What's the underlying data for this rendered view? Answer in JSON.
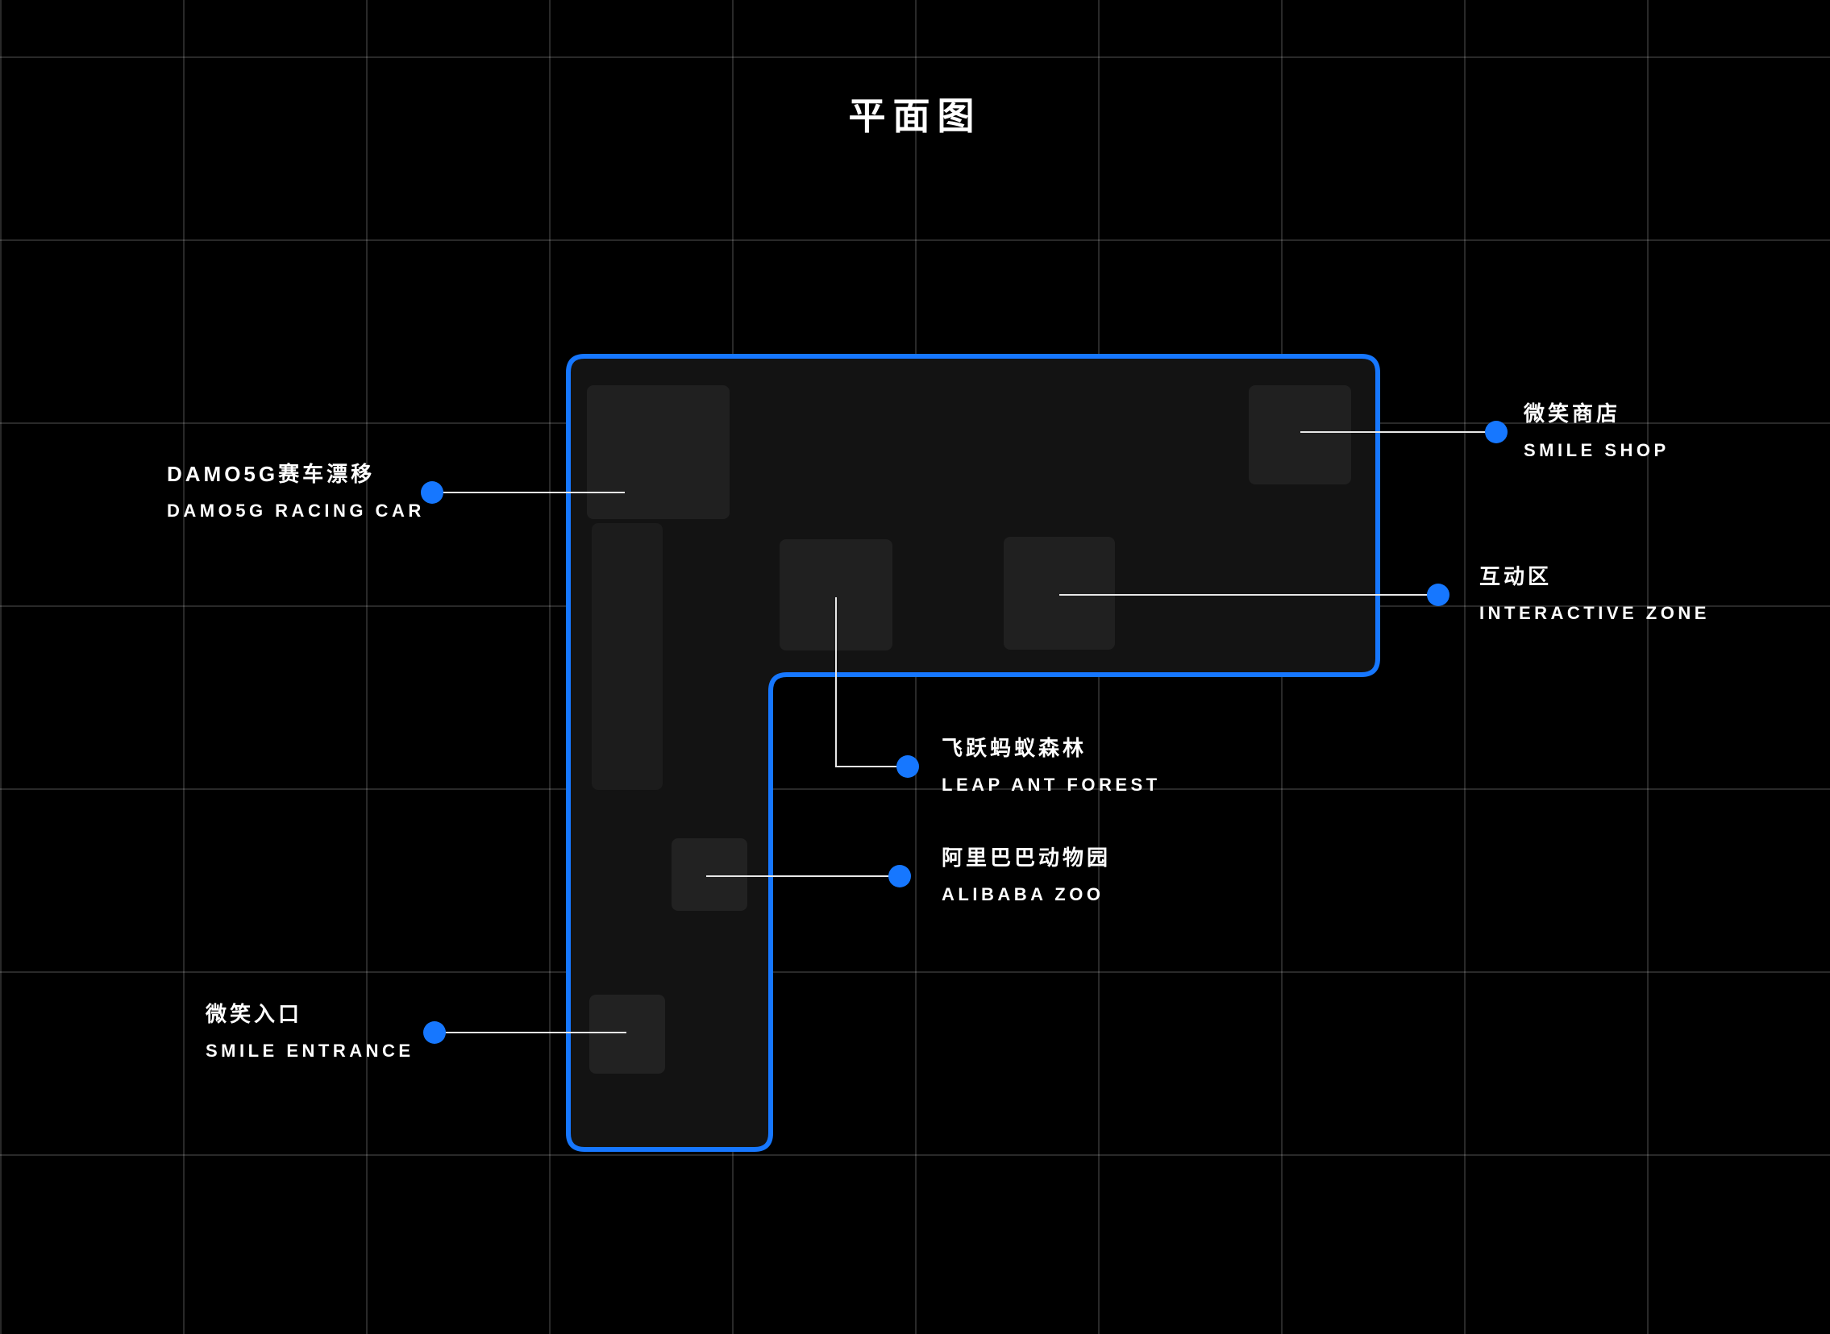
{
  "title": "平面图",
  "colors": {
    "background": "#000000",
    "grid_line": "#2e2e2e",
    "accent_blue": "#1677ff",
    "shape_fill": "#131313",
    "room_fill": "#202020",
    "leader_line": "#e8e8e8",
    "text": "#ffffff"
  },
  "callouts": [
    {
      "id": "damo5g-racing-car",
      "zh": "DAMO5G赛车漂移",
      "en": "DAMO5G RACING CAR"
    },
    {
      "id": "smile-shop",
      "zh": "微笑商店",
      "en": "SMILE SHOP"
    },
    {
      "id": "interactive-zone",
      "zh": "互动区",
      "en": "INTERACTIVE ZONE"
    },
    {
      "id": "leap-ant-forest",
      "zh": "飞跃蚂蚁森林",
      "en": "LEAP ANT FOREST"
    },
    {
      "id": "alibaba-zoo",
      "zh": "阿里巴巴动物园",
      "en": "ALIBABA ZOO"
    },
    {
      "id": "smile-entrance",
      "zh": "微笑入口",
      "en": "SMILE ENTRANCE"
    }
  ]
}
